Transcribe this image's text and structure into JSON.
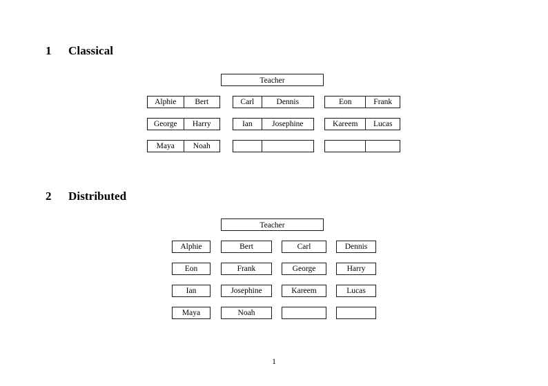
{
  "document": {
    "folio": "1"
  },
  "sections": [
    {
      "number": "1",
      "title": "Classical",
      "teacher_label": "Teacher",
      "layout": "grouped",
      "groups": [
        {
          "name": "group-left",
          "rows": [
            [
              "Alphie",
              "Bert"
            ],
            [
              "George",
              "Harry"
            ],
            [
              "Maya",
              "Noah"
            ]
          ]
        },
        {
          "name": "group-middle",
          "rows": [
            [
              "Carl",
              "Dennis"
            ],
            [
              "Ian",
              "Josephine"
            ],
            [
              "",
              ""
            ]
          ]
        },
        {
          "name": "group-right",
          "rows": [
            [
              "Eon",
              "Frank"
            ],
            [
              "Kareem",
              "Lucas"
            ],
            [
              "",
              ""
            ]
          ]
        }
      ]
    },
    {
      "number": "2",
      "title": "Distributed",
      "teacher_label": "Teacher",
      "layout": "distributed",
      "rows": [
        [
          "Alphie",
          "Bert",
          "Carl",
          "Dennis"
        ],
        [
          "Eon",
          "Frank",
          "George",
          "Harry"
        ],
        [
          "Ian",
          "Josephine",
          "Kareem",
          "Lucas"
        ],
        [
          "Maya",
          "Noah",
          "",
          ""
        ]
      ]
    }
  ]
}
